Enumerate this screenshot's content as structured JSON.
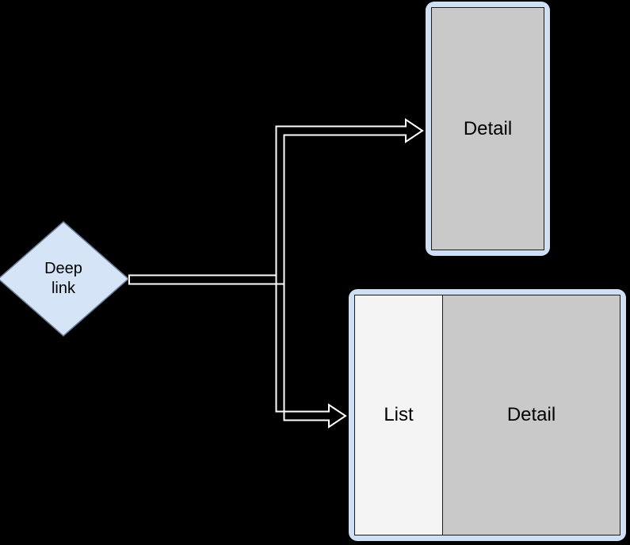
{
  "diagram": {
    "background_color": "#000000",
    "edge_color": "#ffffff",
    "accent_blue": "#cfe0f5",
    "diamond_fill": "#d6e4f7",
    "screen_gray": "#c9c9c9",
    "list_pane_gray": "#f4f4f4",
    "nodes": {
      "deep_link": {
        "label_line1": "Deep",
        "label_line2": "link",
        "shape": "diamond"
      },
      "phone": {
        "shape": "phone-frame",
        "screen_label": "Detail"
      },
      "tablet": {
        "shape": "tablet-frame",
        "list_label": "List",
        "detail_label": "Detail"
      }
    },
    "edges": [
      {
        "from": "deep_link",
        "to": "phone",
        "style": "orthogonal-outline-arrow"
      },
      {
        "from": "deep_link",
        "to": "tablet",
        "style": "orthogonal-outline-arrow"
      }
    ]
  }
}
